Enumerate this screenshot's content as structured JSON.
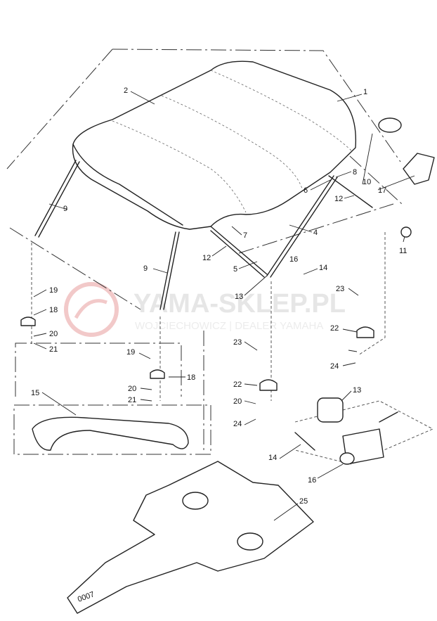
{
  "watermark": {
    "title": "YAMA-SKLEP.PL",
    "subtitle": "WOJCIECHOWICZ | DEALER YAMAHA"
  },
  "logo_mark_text": "0007",
  "callouts": [
    "1",
    "2",
    "4",
    "5",
    "6",
    "7",
    "8",
    "9",
    "9",
    "10",
    "11",
    "12",
    "12",
    "13",
    "13",
    "14",
    "14",
    "15",
    "16",
    "16",
    "17",
    "18",
    "18",
    "19",
    "19",
    "20",
    "20",
    "20",
    "21",
    "21",
    "22",
    "22",
    "23",
    "23",
    "24",
    "24",
    "25"
  ],
  "colors": {
    "line": "#222222",
    "watermark": "#e6e6e6",
    "watermark_logo": "#f2c9c9"
  }
}
